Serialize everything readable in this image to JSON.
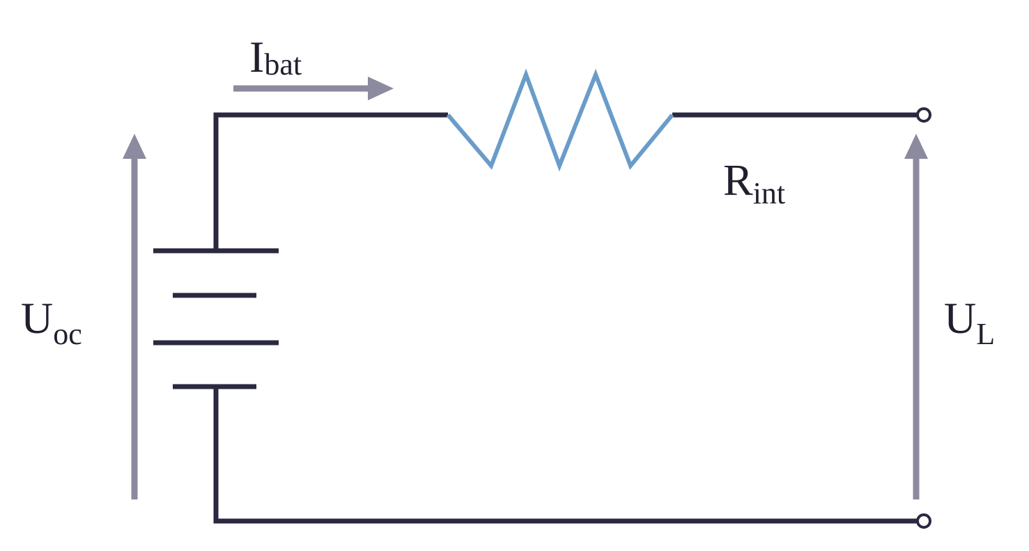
{
  "diagram": {
    "labels": {
      "current": {
        "main": "I",
        "sub": "bat"
      },
      "resistor": {
        "main": "R",
        "sub": "int"
      },
      "open_circuit_voltage": {
        "main": "U",
        "sub": "oc"
      },
      "terminal_voltage": {
        "main": "U",
        "sub": "L"
      }
    },
    "colors": {
      "wire": "#2a2940",
      "resistor": "#6a9cc9",
      "arrow": "#8c8a9e",
      "text": "#1f1f2e"
    }
  }
}
